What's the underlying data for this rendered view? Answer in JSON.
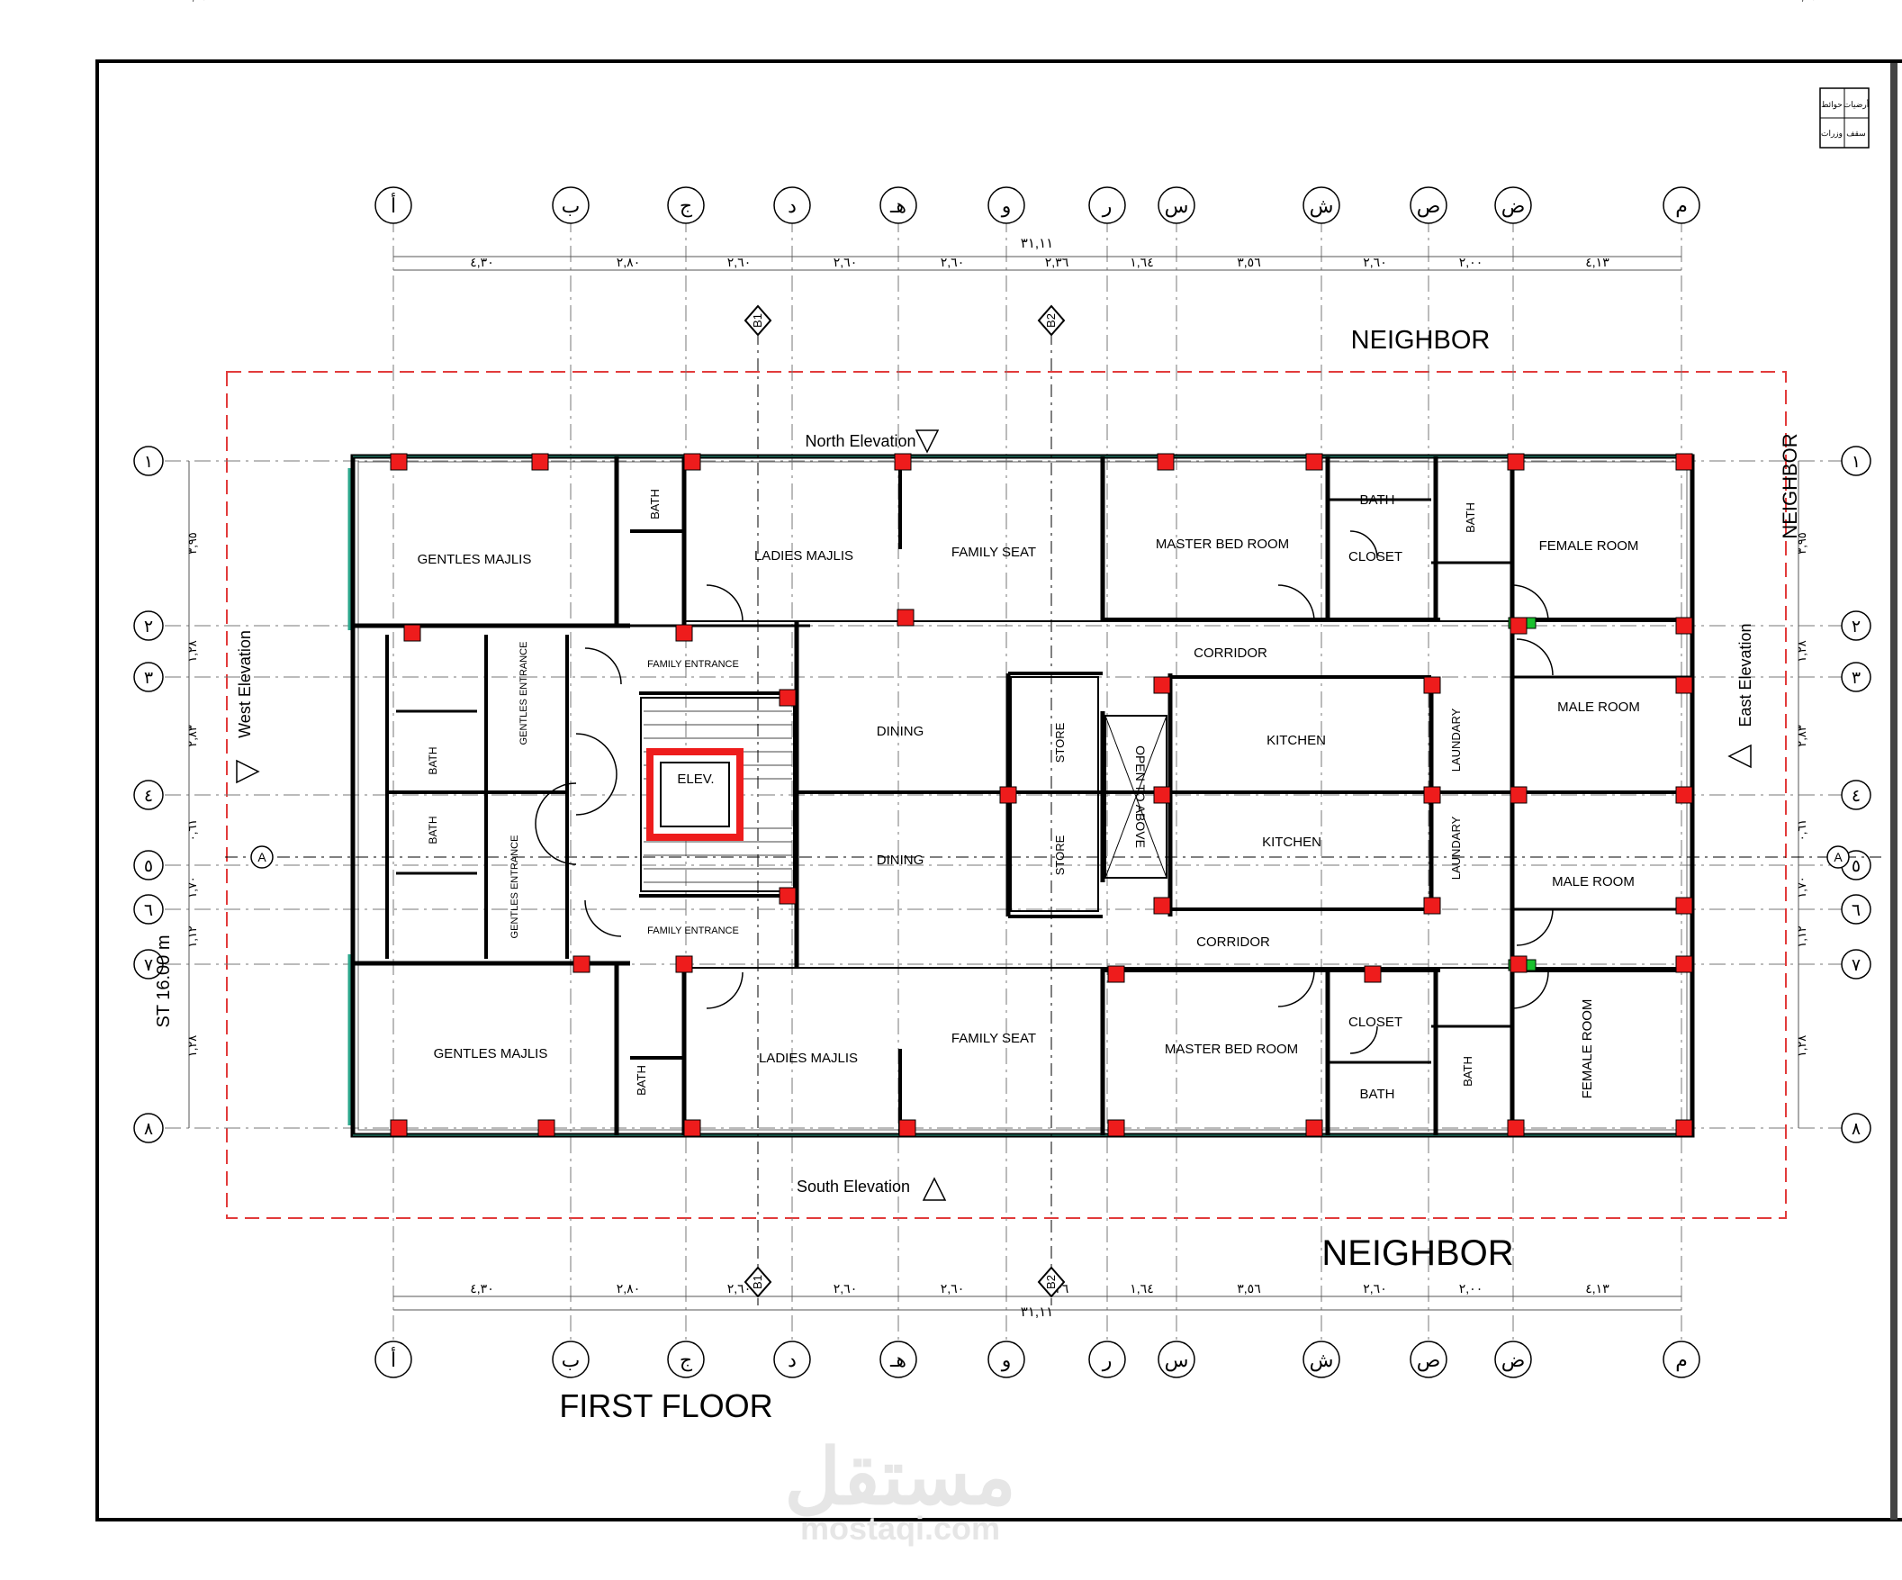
{
  "sheet": {
    "title": "FIRST FLOOR",
    "street_label": "ST 16.00 m",
    "watermark_arabic": "مستقل",
    "watermark_latin": "mostaqi.com",
    "legend": {
      "top_left": "حوائط",
      "top_right": "أرضيات",
      "bottom_left": "وزرات",
      "bottom_right": "سقف"
    }
  },
  "neighbors": {
    "top": "NEIGHBOR",
    "bottom": "NEIGHBOR",
    "right": "NEIGHBOR"
  },
  "elevations": {
    "north": "North Elevation",
    "south": "South Elevation",
    "west": "West Elevation",
    "east": "East Elevation"
  },
  "section_markers": {
    "a": "A",
    "b1": "B1",
    "b2": "B2"
  },
  "grid": {
    "columns": [
      "أ",
      "ب",
      "ج",
      "د",
      "هـ",
      "و",
      "ر",
      "س",
      "ش",
      "ص",
      "ض",
      "م"
    ],
    "rows": [
      "١",
      "٢",
      "٣",
      "٤",
      "٥",
      "٦",
      "٧",
      "٨"
    ]
  },
  "dimensions": {
    "overall_top": "٣١,١١",
    "overall_bottom": "٣١,١١",
    "spans": [
      "٤,٣٠",
      "٢,٨٠",
      "٢,٦٠",
      "٢,٦٠",
      "٢,٦٠",
      "٢,٣٦",
      "١,٦٤",
      "٣,٥٦",
      "٢,٦٠",
      "٢,٠٠",
      "٤,١٣"
    ],
    "row_spans": [
      "٣,٩٥",
      "١,٢٨",
      "٢,٨٣",
      "٠,٦١",
      "١,٧٠",
      "١,١٢",
      "١,٢٨",
      "٣,٩٥"
    ]
  },
  "rooms": {
    "gentles_majlis_top": "GENTLES MAJLIS",
    "gentles_majlis_bottom": "GENTLES MAJLIS",
    "ladies_majlis_top": "LADIES MAJLIS",
    "ladies_majlis_bottom": "LADIES MAJLIS",
    "family_seat_top": "FAMILY SEAT",
    "family_seat_bottom": "FAMILY SEAT",
    "master_bed_top": "MASTER BED ROOM",
    "master_bed_bottom": "MASTER BED ROOM",
    "closet_top": "CLOSET",
    "closet_bottom": "CLOSET",
    "bath": "BATH",
    "female_room_top": "FEMALE ROOM",
    "female_room_bottom": "FEMALE ROOM",
    "male_room_top": "MALE ROOM",
    "male_room_bottom": "MALE ROOM",
    "corridor": "CORRIDOR",
    "kitchen": "KITCHEN",
    "laundary": "LAUNDARY",
    "store": "STORE",
    "open_to_above": "OPEN TO ABOVE",
    "dining": "DINING",
    "elevator": "ELEV.",
    "family_entrance": "FAMILY ENTRANCE",
    "gentles_entrance": "GENTLES ENTRANCE"
  },
  "colors": {
    "columns_fill": "#ee1c1c",
    "frame_line": "#000000",
    "boundary_dashed": "#e23b3b",
    "glazing": "#2aa58a",
    "green_marker": "#19c02d",
    "watermark": "#e8e8e8"
  }
}
